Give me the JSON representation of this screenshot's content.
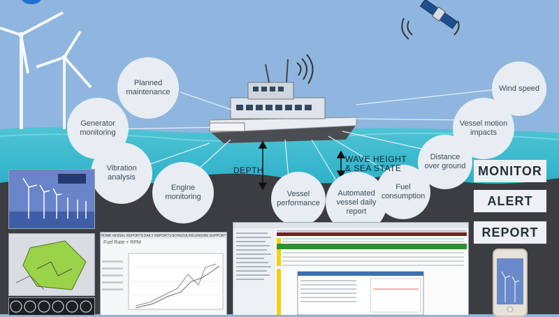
{
  "bubbles": {
    "planned_maintenance": "Planned maintenance",
    "generator_monitoring": "Generator monitoring",
    "vibration_analysis": "Vibration analysis",
    "engine_monitoring": "Engine monitoring",
    "vessel_performance": "Vessel performance",
    "automated_daily_report": "Automated vessel daily report",
    "fuel_consumption": "Fuel consumption",
    "distance_over_ground": "Distance over ground",
    "vessel_motion_impacts": "Vessel motion impacts",
    "wind_speed": "Wind speed"
  },
  "labels": {
    "depth": "DEPTH",
    "wave_height_line1": "WAVE HEIGHT",
    "wave_height_line2": "& SEA STATE"
  },
  "commands": {
    "monitor": "MONITOR",
    "alert": "ALERT",
    "report": "REPORT"
  },
  "chart_panel": {
    "nav": [
      "HOME",
      "VESSEL REPORTS",
      "DAILY REPORTS",
      "SCHEDULING",
      "ENGINE",
      "SUPPORT"
    ],
    "title": "Fuel Rate + RPM"
  },
  "colors": {
    "sky": "#8fb6de",
    "sea_top": "#34b7c9",
    "sea_deep": "#0a97b7",
    "seabed": "#3b3d40",
    "bubble": "#e8edf3",
    "cmd_box": "#eef1f4"
  }
}
